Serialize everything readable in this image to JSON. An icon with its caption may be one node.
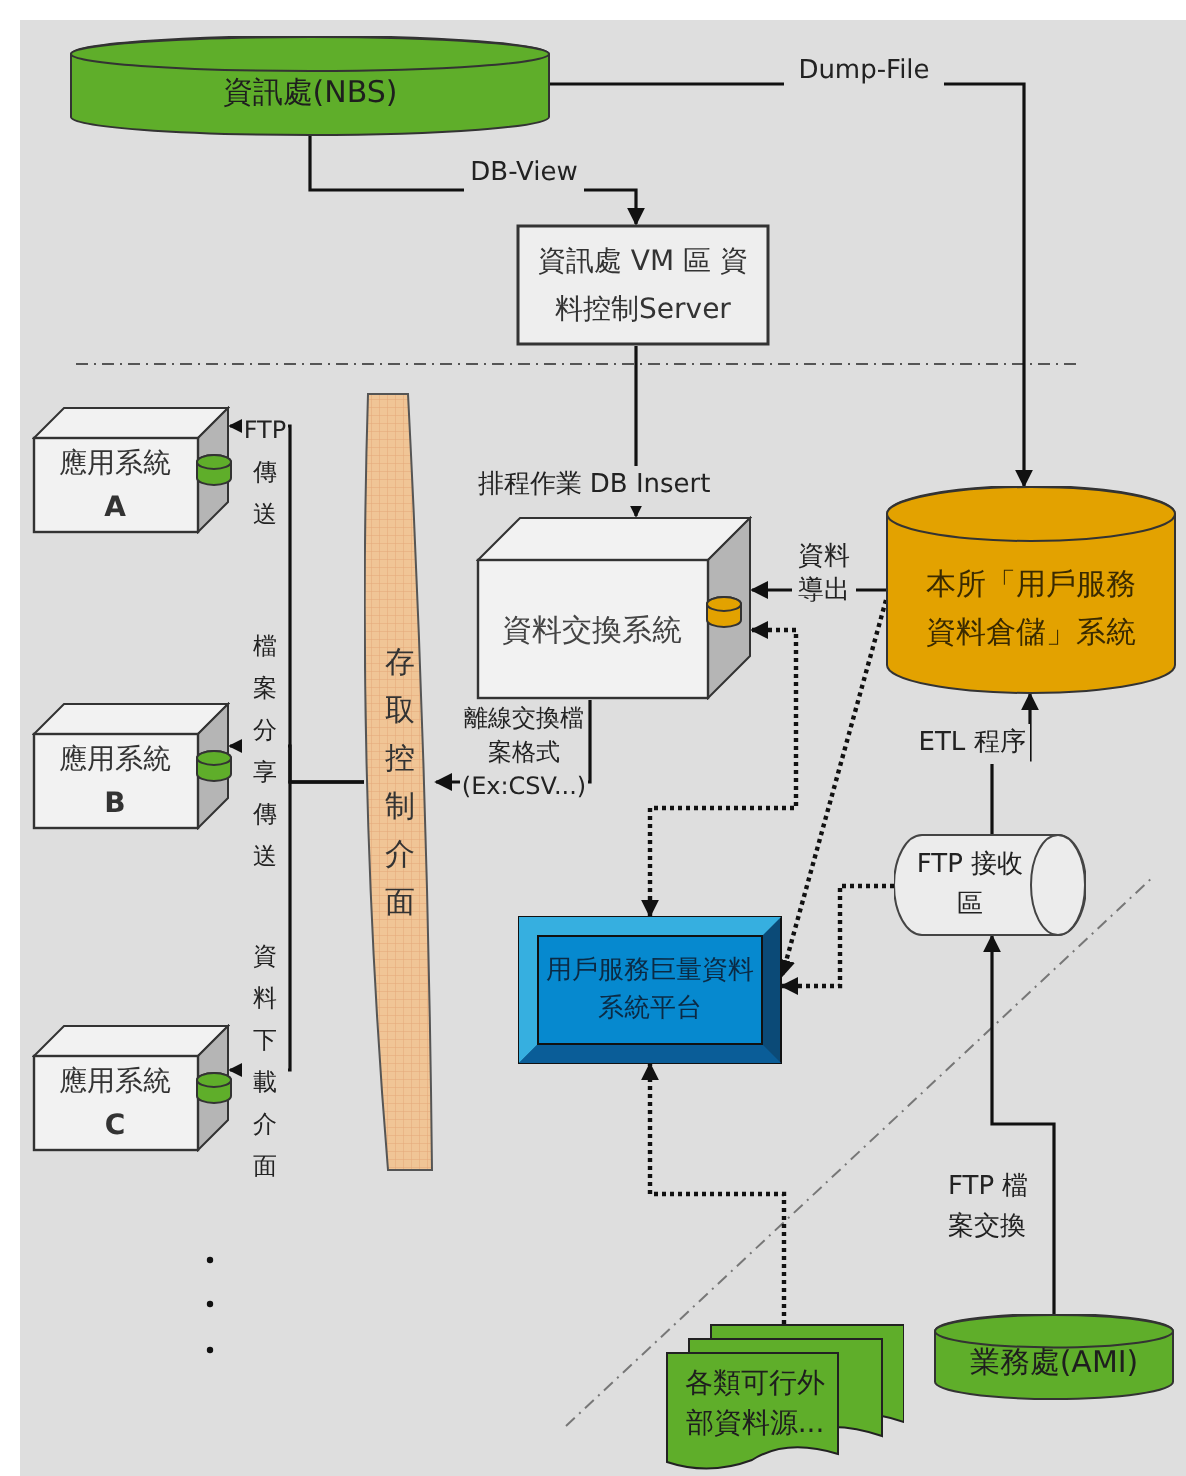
{
  "diagram": {
    "nodes": [
      {
        "text": [
          "資訊處(NBS)"
        ]
      },
      {
        "text": [
          "資訊處 VM 區 資料控制Server"
        ]
      },
      {
        "text": [
          "資料交換系統"
        ]
      },
      {
        "text": [
          "本所「用戶服務資料倉儲」系統"
        ]
      },
      {
        "text": [
          "應用系統",
          "A"
        ]
      },
      {
        "text": [
          "應用系統",
          "B"
        ]
      },
      {
        "text": [
          "應用系統",
          "C"
        ]
      },
      {
        "text": [
          "存取控制介面"
        ]
      },
      {
        "text": [
          "用戶服務巨量資料系統平台"
        ]
      },
      {
        "text": [
          "FTP 接收區"
        ]
      },
      {
        "text": [
          "業務處(AMI)"
        ]
      },
      {
        "text": [
          "各類可行外部資料源..."
        ]
      }
    ],
    "edges": [
      {
        "from": 0,
        "to": 1,
        "arrow": "to",
        "label": "DB-View"
      },
      {
        "from": 0,
        "to": 3,
        "arrow": "to",
        "label": "Dump-File"
      },
      {
        "from": 1,
        "to": 2,
        "arrow": "to",
        "label": "排程作業 DB Insert"
      },
      {
        "from": 3,
        "to": 2,
        "arrow": "to",
        "label": "資料導出"
      },
      {
        "from": 2,
        "to": 7,
        "arrow": "to",
        "label": "離線交換檔案格式 (Ex:CSV...)"
      },
      {
        "from": 7,
        "to": 4,
        "arrow": "to",
        "label": "FTP 傳送"
      },
      {
        "from": 7,
        "to": 5,
        "arrow": "to",
        "label": "檔案分享傳送"
      },
      {
        "from": 7,
        "to": 6,
        "arrow": "to",
        "label": "資料下載介面"
      },
      {
        "from": 2,
        "to": 8,
        "arrow": "both",
        "style": "dashed"
      },
      {
        "from": 3,
        "to": 8,
        "arrow": "to",
        "style": "dashed"
      },
      {
        "from": 9,
        "to": 8,
        "arrow": "to",
        "style": "dashed"
      },
      {
        "from": 9,
        "to": 3,
        "arrow": "to",
        "label": "ETL 程序"
      },
      {
        "from": 10,
        "to": 9,
        "arrow": "to",
        "label": "FTP 檔案交換"
      },
      {
        "from": 11,
        "to": 8,
        "arrow": "to",
        "style": "dashed"
      }
    ]
  }
}
